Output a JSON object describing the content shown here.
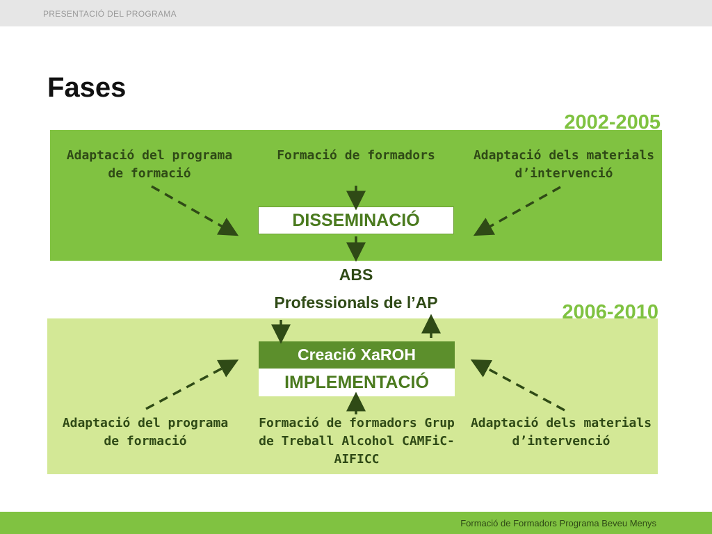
{
  "header": {
    "section": "PRESENTACIÓ DEL PROGRAMA"
  },
  "title": "Fases",
  "phase1": {
    "period": "2002-2005",
    "left_label": "Adaptació del programa de formació",
    "center_label": "Formació de formadors",
    "right_label": "Adaptació dels materials d’intervenció",
    "box": "DISSEMINACIÓ"
  },
  "middle": {
    "abs": "ABS",
    "professionals": "Professionals de l’AP"
  },
  "phase2": {
    "period": "2006-2010",
    "box_top": "Creació XaROH",
    "box_bottom": "IMPLEMENTACIÓ",
    "left_label": "Adaptació del programa de formació",
    "center_label": "Formació de formadors Grup de Treball Alcohol CAMFiC-AIFICC",
    "right_label": "Adaptació dels materials d’intervenció"
  },
  "footer": {
    "text": "Formació de Formadors Programa Beveu Menys"
  },
  "colors": {
    "green": "#80c241",
    "light_green": "#d3e896",
    "dark_green": "#2f4a16",
    "box_header": "#5c8f2c"
  }
}
